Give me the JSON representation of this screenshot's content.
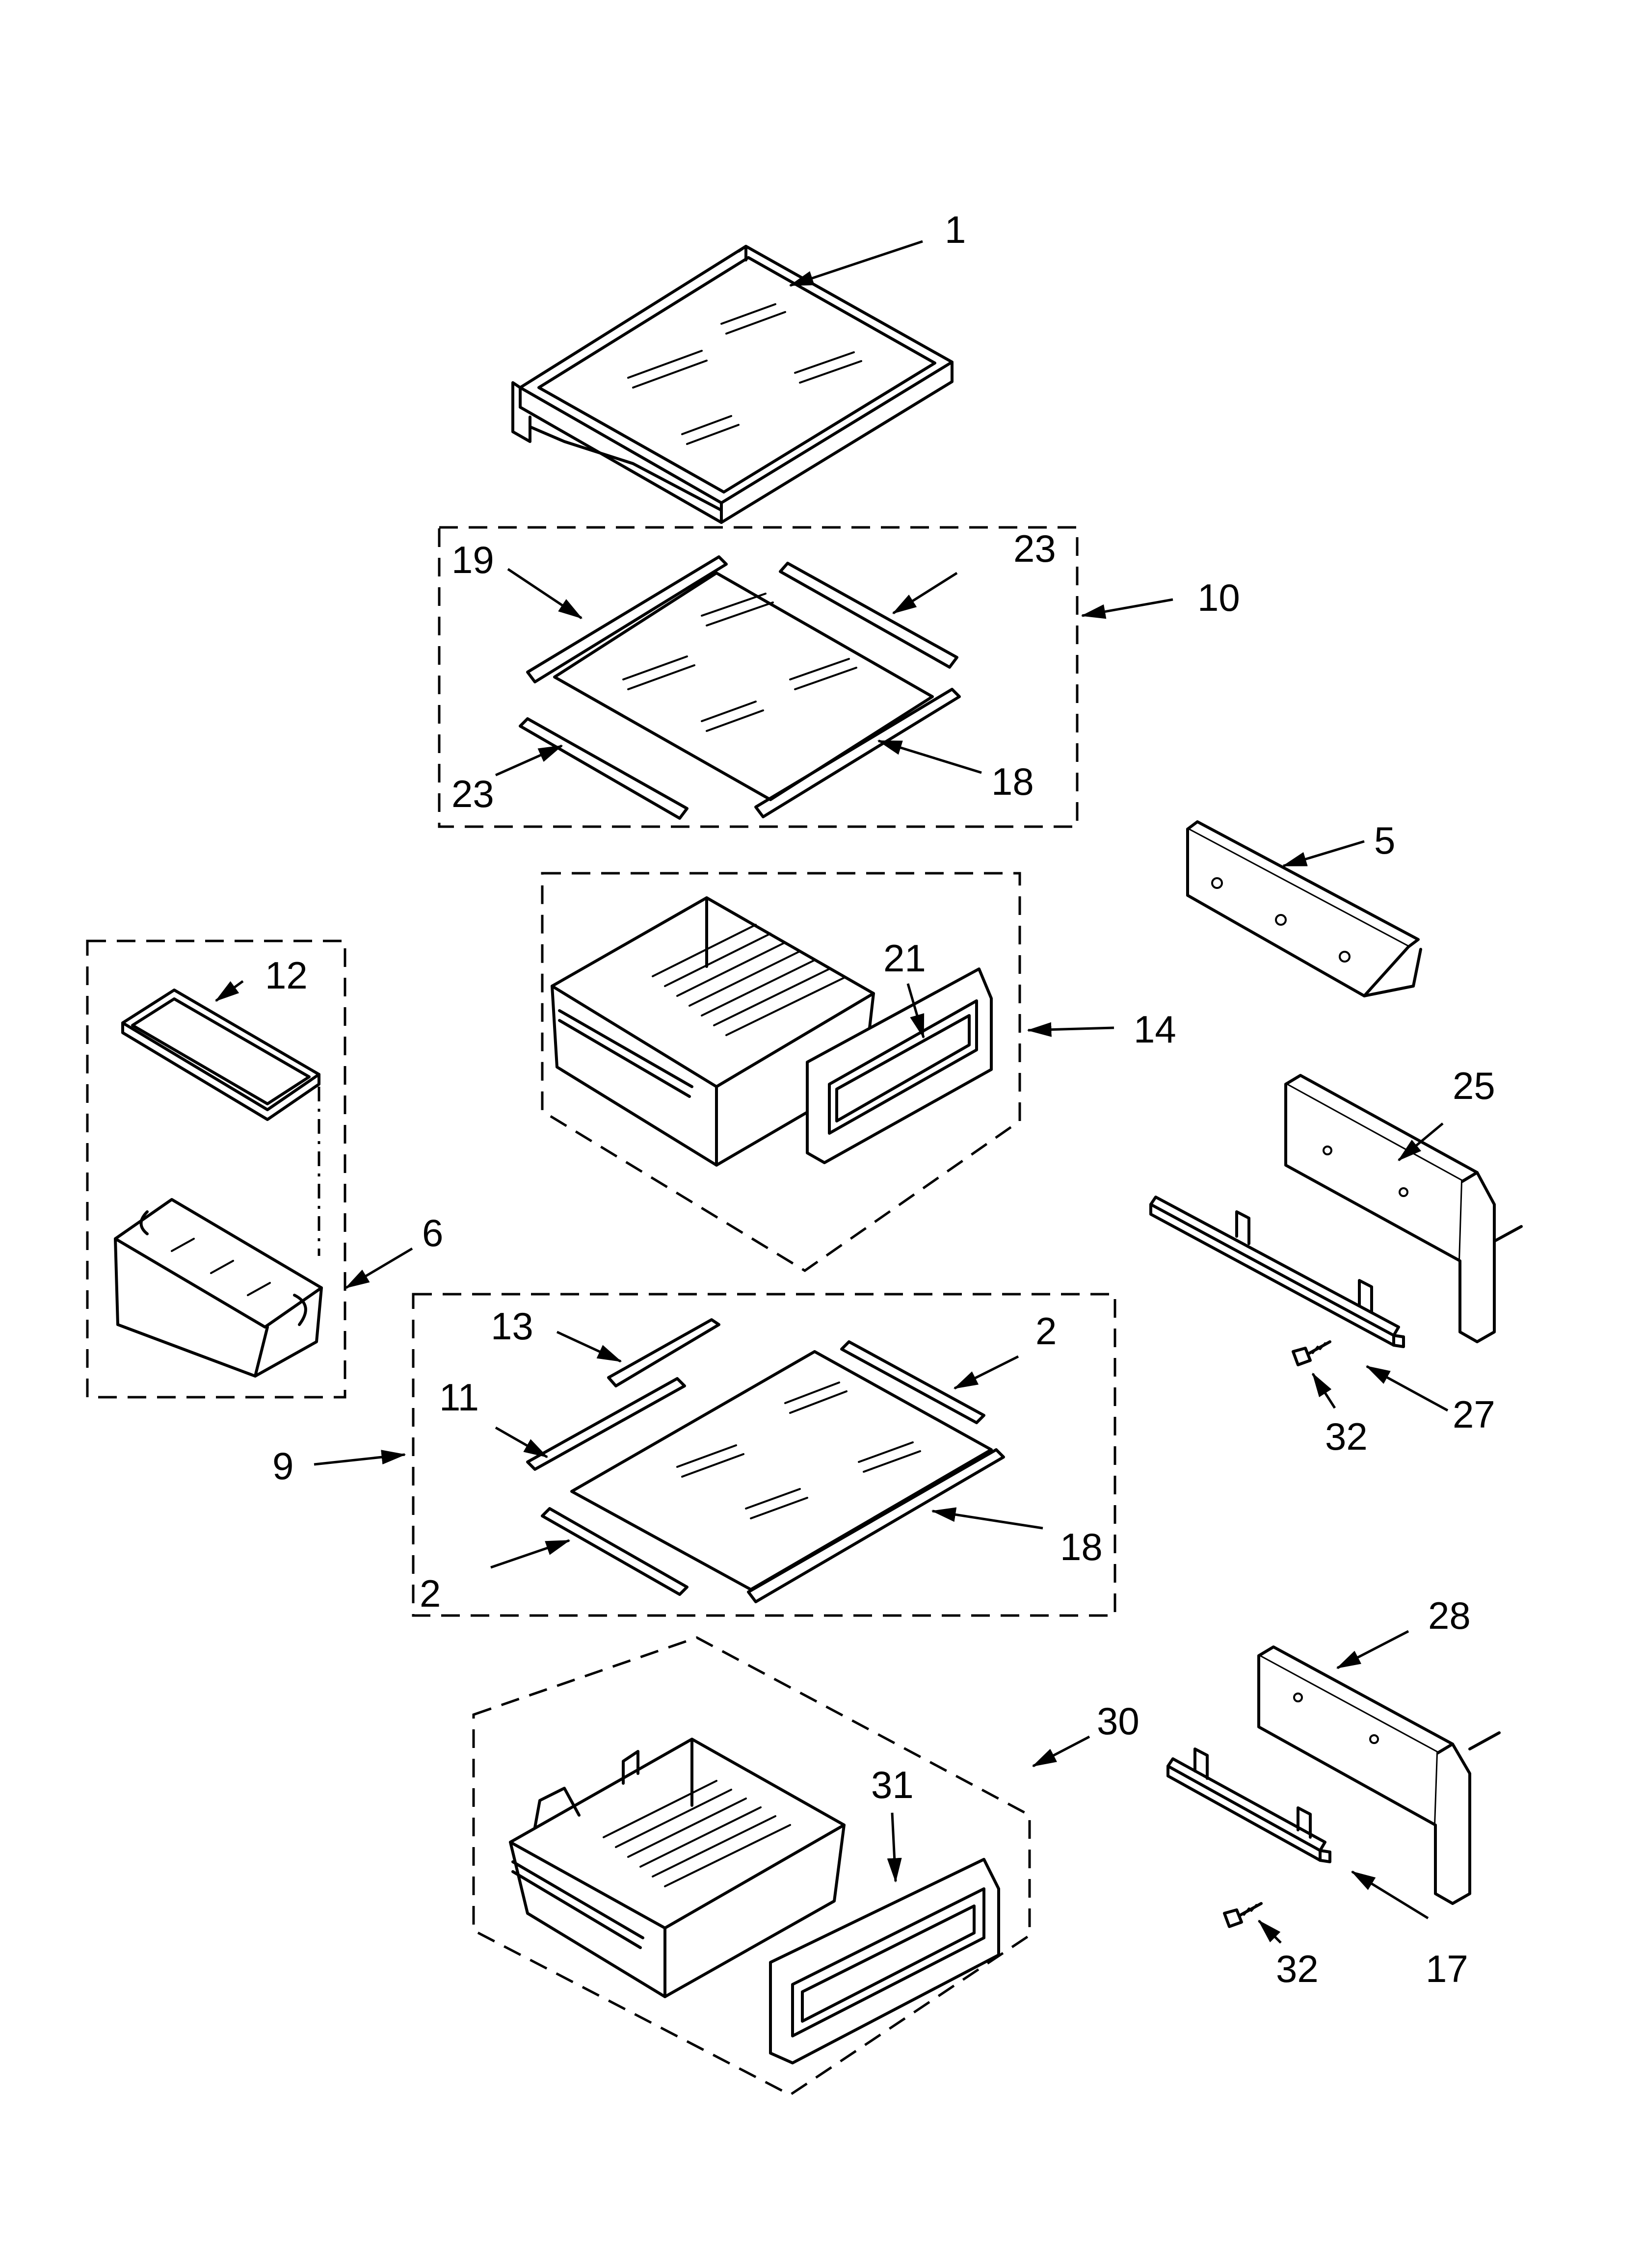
{
  "callouts": [
    {
      "id": "1",
      "label": "1"
    },
    {
      "id": "19",
      "label": "19"
    },
    {
      "id": "23a",
      "label": "23"
    },
    {
      "id": "10",
      "label": "10"
    },
    {
      "id": "23b",
      "label": "23"
    },
    {
      "id": "18a",
      "label": "18"
    },
    {
      "id": "5",
      "label": "5"
    },
    {
      "id": "12",
      "label": "12"
    },
    {
      "id": "21",
      "label": "21"
    },
    {
      "id": "14",
      "label": "14"
    },
    {
      "id": "25",
      "label": "25"
    },
    {
      "id": "6",
      "label": "6"
    },
    {
      "id": "13",
      "label": "13"
    },
    {
      "id": "2a",
      "label": "2"
    },
    {
      "id": "11",
      "label": "11"
    },
    {
      "id": "9",
      "label": "9"
    },
    {
      "id": "18b",
      "label": "18"
    },
    {
      "id": "2b",
      "label": "2"
    },
    {
      "id": "32a",
      "label": "32"
    },
    {
      "id": "27",
      "label": "27"
    },
    {
      "id": "28",
      "label": "28"
    },
    {
      "id": "30",
      "label": "30"
    },
    {
      "id": "31",
      "label": "31"
    },
    {
      "id": "32b",
      "label": "32"
    },
    {
      "id": "17",
      "label": "17"
    }
  ]
}
